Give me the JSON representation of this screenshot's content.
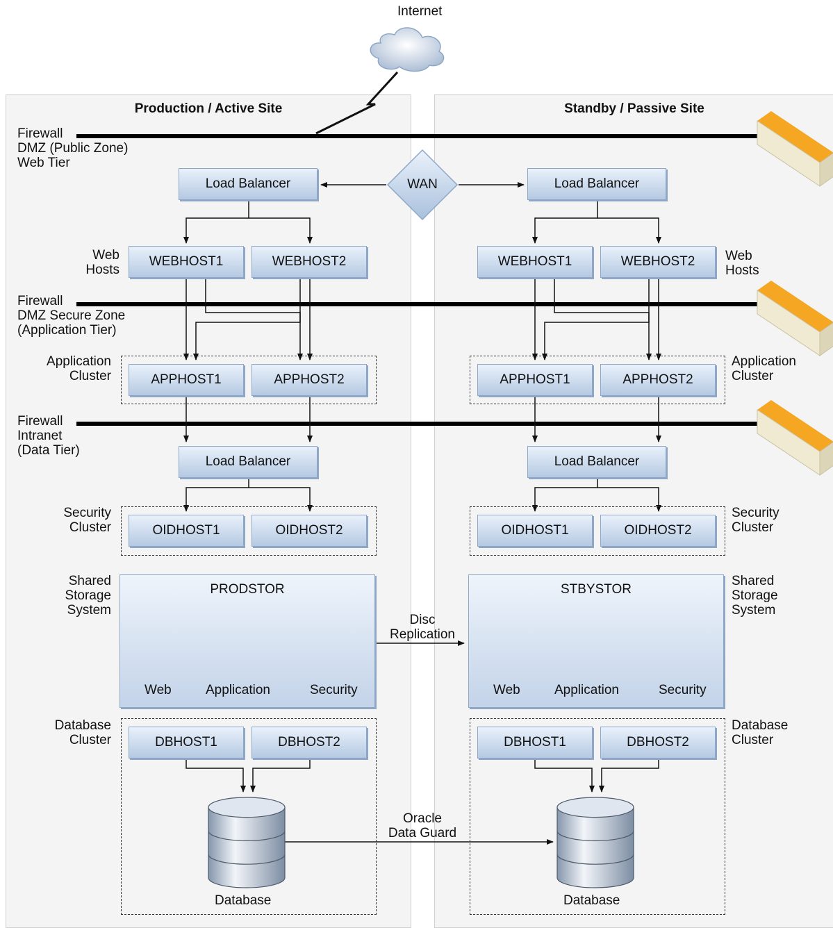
{
  "internet_label": "Internet",
  "wan_label": "WAN",
  "sites": {
    "production": {
      "title": "Production / Active Site",
      "load_balancer_top": "Load Balancer",
      "web_hosts": [
        "WEBHOST1",
        "WEBHOST2"
      ],
      "app_hosts": [
        "APPHOST1",
        "APPHOST2"
      ],
      "load_balancer_data": "Load Balancer",
      "oid_hosts": [
        "OIDHOST1",
        "OIDHOST2"
      ],
      "storage_name": "PRODSTOR",
      "storage_volumes": [
        "Web",
        "Application",
        "Security"
      ],
      "db_hosts": [
        "DBHOST1",
        "DBHOST2"
      ],
      "database_label": "Database"
    },
    "standby": {
      "title": "Standby / Passive Site",
      "load_balancer_top": "Load Balancer",
      "web_hosts": [
        "WEBHOST1",
        "WEBHOST2"
      ],
      "app_hosts": [
        "APPHOST1",
        "APPHOST2"
      ],
      "load_balancer_data": "Load Balancer",
      "oid_hosts": [
        "OIDHOST1",
        "OIDHOST2"
      ],
      "storage_name": "STBYSTOR",
      "storage_volumes": [
        "Web",
        "Application",
        "Security"
      ],
      "db_hosts": [
        "DBHOST1",
        "DBHOST2"
      ],
      "database_label": "Database"
    }
  },
  "zones": {
    "web": "Firewall\nDMZ (Public Zone)\nWeb Tier",
    "app": "Firewall\nDMZ Secure Zone\n(Application Tier)",
    "data": "Firewall\nIntranet\n(Data Tier)"
  },
  "tier_labels": {
    "web_hosts": "Web\nHosts",
    "app_cluster": "Application\nCluster",
    "security_cluster": "Security\nCluster",
    "shared_storage": "Shared\nStorage\nSystem",
    "database_cluster": "Database\nCluster"
  },
  "links": {
    "disc_replication": "Disc\nReplication",
    "data_guard": "Oracle\nData Guard"
  },
  "colors": {
    "box_top": "#e9f1fb",
    "box_bottom": "#b5c9e2",
    "box_border": "#8ea7c6",
    "firewall_flame": "#f5a623",
    "panel": "#f4f4f4"
  }
}
